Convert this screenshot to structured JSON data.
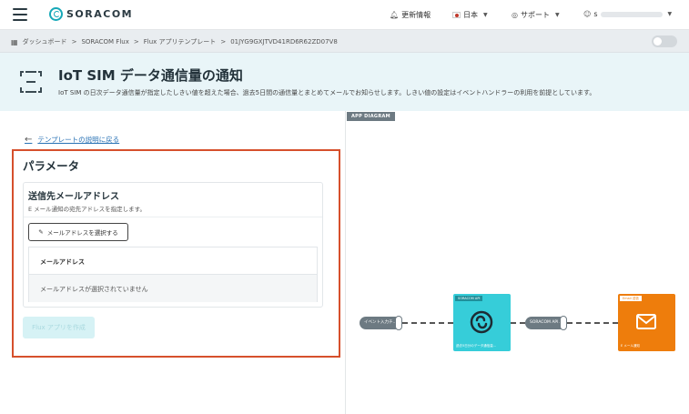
{
  "nav": {
    "logo_text": "SORACOM",
    "updates_label": "更新情報",
    "language_label": "日本",
    "support_label": "サポート",
    "user_initial": "s"
  },
  "breadcrumb": {
    "items": [
      "ダッシュボード",
      "SORACOM Flux",
      "Flux アプリテンプレート",
      "01JYG9GXJTVD41RD6R62ZD07V8"
    ],
    "separator": ">"
  },
  "header": {
    "title": "IoT SIM データ通信量の通知",
    "description": "IoT SIM の日次データ通信量が指定したしきい値を超えた場合、過去5日間の通信量とまとめてメールでお知らせします。しきい値の設定はイベントハンドラーの利用を前提としています。"
  },
  "left": {
    "back_link": "テンプレートの説明に戻る",
    "section_title": "パラメータ",
    "card": {
      "title": "送信先メールアドレス",
      "subtitle": "E メール通知の宛先アドレスを指定します。",
      "select_button": "メールアドレスを選択する",
      "table_header": "メールアドレス",
      "empty_text": "メールアドレスが選択されていません"
    },
    "create_button": "Flux アプリを作成"
  },
  "diagram": {
    "label": "APP DIAGRAM",
    "input_pill": "イベント入力チ...",
    "center_node_tag": "SORACOM API",
    "center_node_caption": "過去5日分のデータ通信量...",
    "mid_pill": "SORACOM API...",
    "right_node_tag": "Email 送信",
    "right_node_caption": "E メール通知"
  },
  "colors": {
    "accent_teal": "#36cdd9",
    "accent_orange": "#ee7d0c",
    "highlight_red": "#d6502c",
    "header_bg": "#e9f5f8",
    "pill_gray": "#6d7a82"
  }
}
